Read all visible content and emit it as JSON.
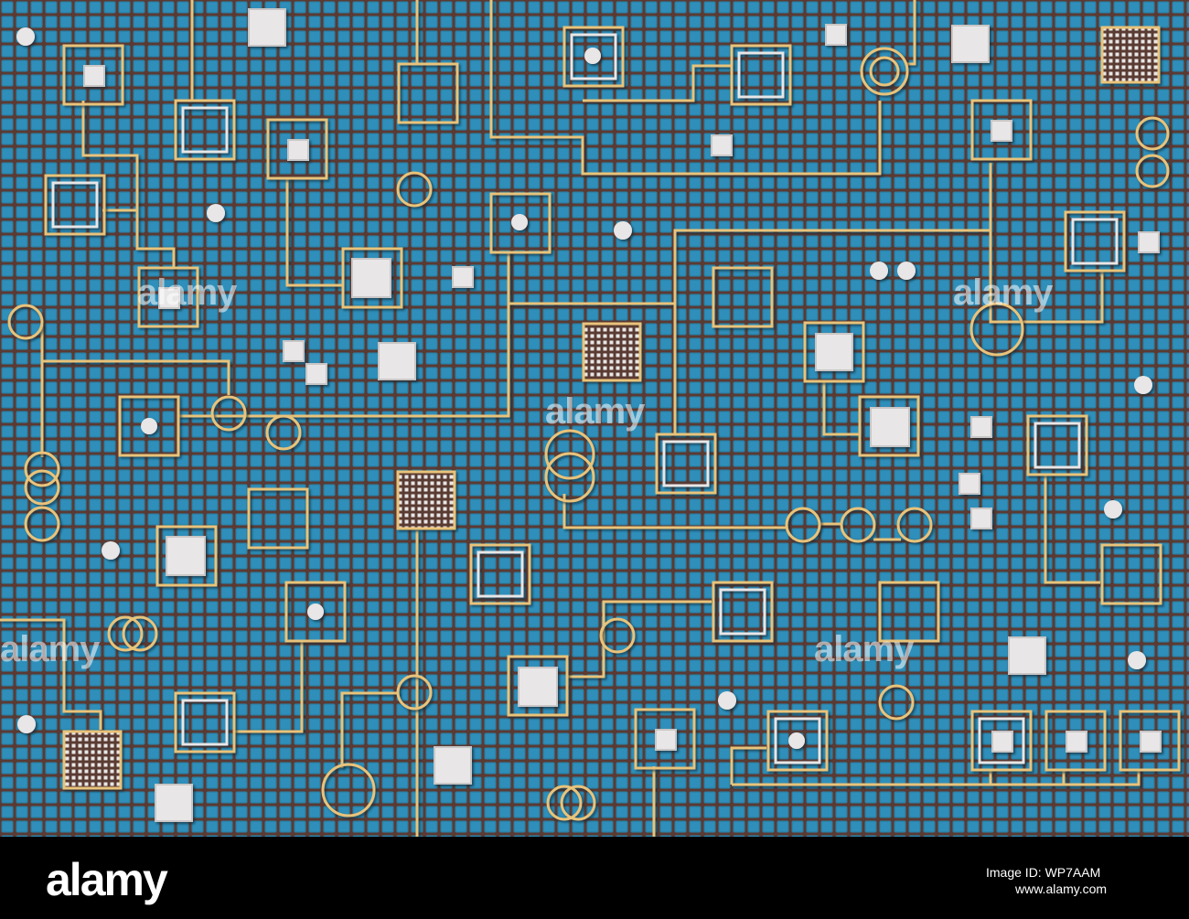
{
  "watermark": {
    "text": "alamy"
  },
  "footer": {
    "logo": "alamy",
    "image_id": "Image ID: WP7AAM",
    "url": "www.alamy.com"
  },
  "colors": {
    "background": "#1d6a8c",
    "grid_tile": "#2a84ab",
    "grid_line": "#5a3a33",
    "trace": "#e9c37a",
    "pad": "#e8e6e6",
    "footer": "#000000"
  }
}
